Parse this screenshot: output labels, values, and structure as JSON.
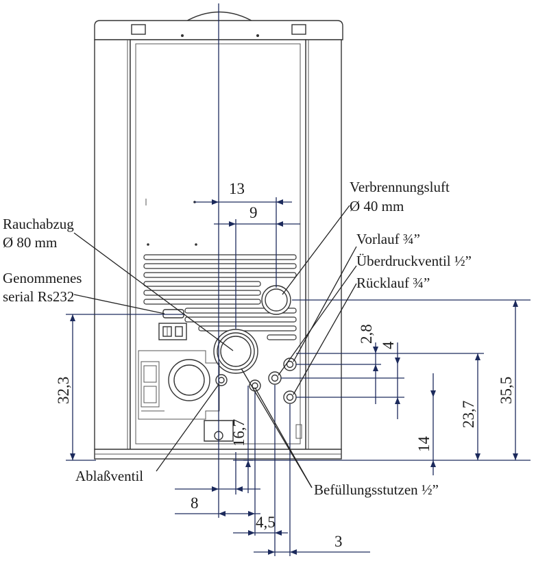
{
  "labels": {
    "verbrennungsluft": "Verbrennungsluft",
    "verbrennungsluft_size": "Ø 40 mm",
    "rauchabzug": "Rauchabzug",
    "rauchabzug_size": "Ø 80 mm",
    "rs232_line1": "Genommenes",
    "rs232_line2": "serial Rs232",
    "vorlauf": "Vorlauf ¾”",
    "ueberdruckventil": "Überdruckventil ½”",
    "ruecklauf": "Rücklauf ¾”",
    "ablassventil": "Ablaßventil",
    "befuellungsstutzen": "Befüllungsstutzen ½”"
  },
  "dimensions": {
    "d13": "13",
    "d9": "9",
    "d2_8": "2,8",
    "d4": "4",
    "d35_5": "35,5",
    "d23_7": "23,7",
    "d14": "14",
    "d32_3": "32,3",
    "d16_7": "16,7",
    "d8": "8",
    "d4_5": "4,5",
    "d3": "3"
  },
  "colors": {
    "dimension_lines": "#1c2a5c",
    "outline": "#333333"
  }
}
